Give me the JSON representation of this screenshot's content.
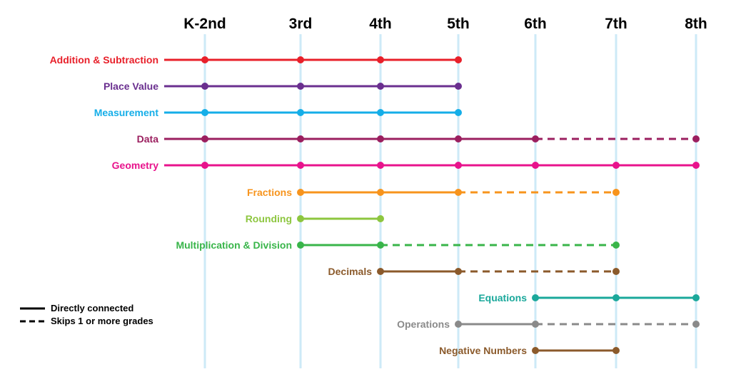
{
  "grades": [
    "K-2nd",
    "3rd",
    "4th",
    "5th",
    "6th",
    "7th",
    "8th"
  ],
  "topics": [
    {
      "label": "Addition & Subtraction",
      "color": "#e8202a",
      "points": [
        "K-2nd",
        "3rd",
        "4th",
        "5th"
      ],
      "segments": [
        [
          "K-2nd",
          "3rd",
          "solid"
        ],
        [
          "3rd",
          "4th",
          "solid"
        ],
        [
          "4th",
          "5th",
          "solid"
        ]
      ],
      "line_from_label": true
    },
    {
      "label": "Place Value",
      "color": "#6a2f8f",
      "points": [
        "K-2nd",
        "3rd",
        "4th",
        "5th"
      ],
      "segments": [
        [
          "K-2nd",
          "3rd",
          "solid"
        ],
        [
          "3rd",
          "4th",
          "solid"
        ],
        [
          "4th",
          "5th",
          "solid"
        ]
      ],
      "line_from_label": true
    },
    {
      "label": "Measurement",
      "color": "#15aee8",
      "points": [
        "K-2nd",
        "3rd",
        "4th",
        "5th"
      ],
      "segments": [
        [
          "K-2nd",
          "3rd",
          "solid"
        ],
        [
          "3rd",
          "4th",
          "solid"
        ],
        [
          "4th",
          "5th",
          "solid"
        ]
      ],
      "line_from_label": true
    },
    {
      "label": "Data",
      "color": "#9b1f5f",
      "points": [
        "K-2nd",
        "3rd",
        "4th",
        "5th",
        "6th",
        "8th"
      ],
      "segments": [
        [
          "K-2nd",
          "3rd",
          "solid"
        ],
        [
          "3rd",
          "4th",
          "solid"
        ],
        [
          "4th",
          "5th",
          "solid"
        ],
        [
          "5th",
          "6th",
          "solid"
        ],
        [
          "6th",
          "8th",
          "dashed"
        ]
      ],
      "line_from_label": true
    },
    {
      "label": "Geometry",
      "color": "#e8138c",
      "points": [
        "K-2nd",
        "3rd",
        "4th",
        "5th",
        "6th",
        "7th",
        "8th"
      ],
      "segments": [
        [
          "K-2nd",
          "3rd",
          "solid"
        ],
        [
          "3rd",
          "4th",
          "solid"
        ],
        [
          "4th",
          "5th",
          "solid"
        ],
        [
          "5th",
          "6th",
          "solid"
        ],
        [
          "6th",
          "7th",
          "solid"
        ],
        [
          "7th",
          "8th",
          "solid"
        ]
      ],
      "line_from_label": true
    },
    {
      "label": "Fractions",
      "color": "#f7941d",
      "points": [
        "3rd",
        "4th",
        "5th",
        "7th"
      ],
      "segments": [
        [
          "3rd",
          "4th",
          "solid"
        ],
        [
          "4th",
          "5th",
          "solid"
        ],
        [
          "5th",
          "7th",
          "dashed"
        ]
      ],
      "line_from_label": false
    },
    {
      "label": "Rounding",
      "color": "#8dc63f",
      "points": [
        "3rd",
        "4th"
      ],
      "segments": [
        [
          "3rd",
          "4th",
          "solid"
        ]
      ],
      "line_from_label": false
    },
    {
      "label": "Multiplication & Division",
      "color": "#39b54a",
      "points": [
        "3rd",
        "4th",
        "7th"
      ],
      "segments": [
        [
          "3rd",
          "4th",
          "solid"
        ],
        [
          "4th",
          "7th",
          "dashed"
        ]
      ],
      "line_from_label": false
    },
    {
      "label": "Decimals",
      "color": "#8b5a2b",
      "points": [
        "4th",
        "5th",
        "7th"
      ],
      "segments": [
        [
          "4th",
          "5th",
          "solid"
        ],
        [
          "5th",
          "7th",
          "dashed"
        ]
      ],
      "line_from_label": false
    },
    {
      "label": "Equations",
      "color": "#1aa89b",
      "points": [
        "6th",
        "7th",
        "8th"
      ],
      "segments": [
        [
          "6th",
          "7th",
          "solid"
        ],
        [
          "7th",
          "8th",
          "solid"
        ]
      ],
      "line_from_label": false
    },
    {
      "label": "Operations",
      "color": "#8a8a8a",
      "points": [
        "5th",
        "6th",
        "8th"
      ],
      "segments": [
        [
          "5th",
          "6th",
          "solid"
        ],
        [
          "6th",
          "8th",
          "dashed"
        ]
      ],
      "line_from_label": false
    },
    {
      "label": "Negative Numbers",
      "color": "#8b5a2b",
      "points": [
        "6th",
        "7th"
      ],
      "segments": [
        [
          "6th",
          "7th",
          "solid"
        ]
      ],
      "line_from_label": false
    }
  ],
  "legend": {
    "solid_label": "Directly connected",
    "dashed_label": "Skips 1 or more grades"
  },
  "colors": {
    "gridline": "#cdeaf7",
    "text": "#000000"
  }
}
